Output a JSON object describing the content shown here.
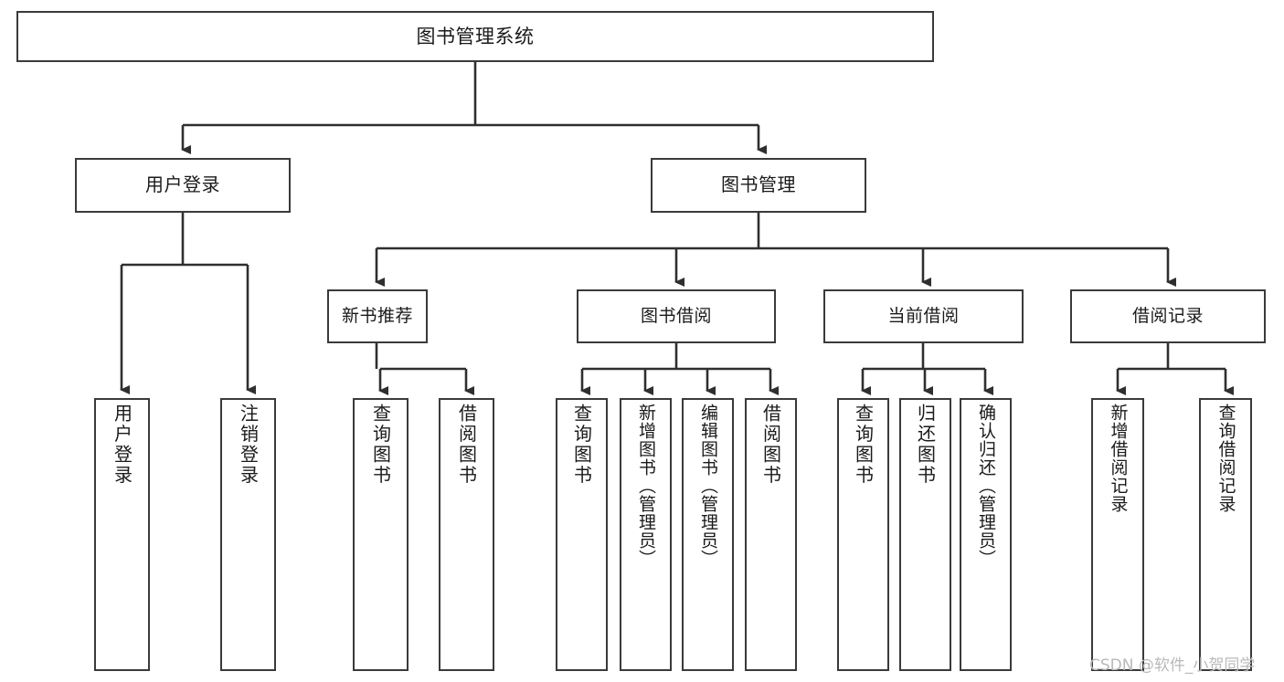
{
  "diagram": {
    "title": "图书管理系统",
    "type": "tree",
    "root": {
      "label": "图书管理系统"
    },
    "level1": [
      {
        "id": "user-login",
        "label": "用户登录"
      },
      {
        "id": "book-management",
        "label": "图书管理"
      }
    ],
    "level2": [
      {
        "id": "new-book-recommend",
        "label": "新书推荐",
        "parent": "book-management"
      },
      {
        "id": "book-borrow",
        "label": "图书借阅",
        "parent": "book-management"
      },
      {
        "id": "current-borrow",
        "label": "当前借阅",
        "parent": "book-management"
      },
      {
        "id": "borrow-record",
        "label": "借阅记录",
        "parent": "book-management"
      }
    ],
    "leaves": [
      {
        "id": "leaf-user-login",
        "label": "用户登录",
        "parent": "user-login"
      },
      {
        "id": "leaf-user-logout",
        "label": "注销登录",
        "parent": "user-login"
      },
      {
        "id": "leaf-rec-query-book",
        "label": "查询图书",
        "parent": "new-book-recommend"
      },
      {
        "id": "leaf-rec-borrow-book",
        "label": "借阅图书",
        "parent": "new-book-recommend"
      },
      {
        "id": "leaf-bb-query-book",
        "label": "查询图书",
        "parent": "book-borrow"
      },
      {
        "id": "leaf-bb-add-book",
        "label": "新增图书（管理员）",
        "parent": "book-borrow"
      },
      {
        "id": "leaf-bb-edit-book",
        "label": "编辑图书（管理员）",
        "parent": "book-borrow"
      },
      {
        "id": "leaf-bb-borrow-book",
        "label": "借阅图书",
        "parent": "book-borrow"
      },
      {
        "id": "leaf-cb-query-book",
        "label": "查询图书",
        "parent": "current-borrow"
      },
      {
        "id": "leaf-cb-return-book",
        "label": "归还图书",
        "parent": "current-borrow"
      },
      {
        "id": "leaf-cb-confirm-return",
        "label": "确认归还（管理员）",
        "parent": "current-borrow"
      },
      {
        "id": "leaf-br-add-record",
        "label": "新增借阅记录",
        "parent": "borrow-record"
      },
      {
        "id": "leaf-br-query-record",
        "label": "查询借阅记录",
        "parent": "borrow-record"
      }
    ],
    "watermark": "CSDN @软件_小贺同学",
    "colors": {
      "stroke": "#3a3a3a",
      "background": "#ffffff",
      "text": "#1a1a1a",
      "watermark": "#b9b9b9"
    }
  }
}
